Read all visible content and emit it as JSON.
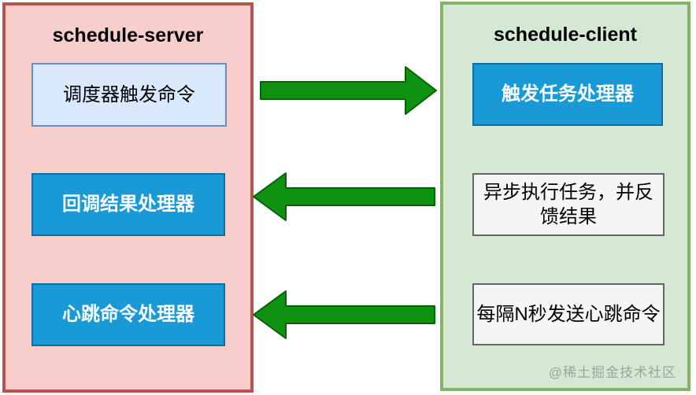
{
  "server": {
    "title": "schedule-server",
    "boxes": [
      {
        "label": "调度器触发命令"
      },
      {
        "label": "回调结果处理器"
      },
      {
        "label": "心跳命令处理器"
      }
    ]
  },
  "client": {
    "title": "schedule-client",
    "boxes": [
      {
        "label": "触发任务处理器"
      },
      {
        "label": "异步执行任务，并反馈结果"
      },
      {
        "label": "每隔N秒发送心跳命令"
      }
    ]
  },
  "arrows": [
    {
      "name": "server-to-client",
      "direction": "right"
    },
    {
      "name": "client-to-server-result",
      "direction": "left"
    },
    {
      "name": "client-to-server-heartbeat",
      "direction": "left"
    }
  ],
  "watermark": {
    "text": "@稀土掘金技术社区"
  },
  "colors": {
    "server_panel_fill": "#f8cecc",
    "server_panel_border": "#b85450",
    "client_panel_fill": "#d5e8d4",
    "client_panel_border": "#82b366",
    "light_blue_fill": "#dae8fc",
    "light_blue_border": "#6c8ebf",
    "solid_blue_fill": "#1999d6",
    "solid_blue_border": "#0c6fa6",
    "gray_fill": "#f5f5f5",
    "gray_border": "#666666",
    "arrow_fill": "#0f9212",
    "arrow_border": "#056105",
    "watermark_color": "#9aa79a"
  }
}
